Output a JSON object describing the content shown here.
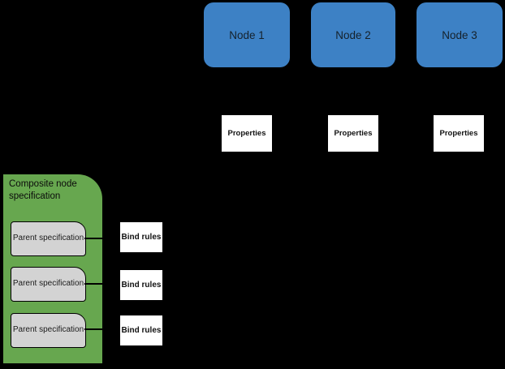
{
  "diagram": {
    "nodes": [
      {
        "label": "Node 1"
      },
      {
        "label": "Node 2"
      },
      {
        "label": "Node 3"
      }
    ],
    "node_properties": [
      {
        "label": "Properties"
      },
      {
        "label": "Properties"
      },
      {
        "label": "Properties"
      }
    ],
    "composite": {
      "title": "Composite node specification",
      "parent_specs": [
        {
          "label": "Parent specification"
        },
        {
          "label": "Parent specification"
        },
        {
          "label": "Parent specification"
        }
      ]
    },
    "bind_rules": [
      {
        "label": "Bind rules"
      },
      {
        "label": "Bind rules"
      },
      {
        "label": "Bind rules"
      }
    ],
    "colors": {
      "node_fill": "#3d81c5",
      "composite_fill": "#67a74f",
      "parent_fill": "#d3d3d3",
      "box_fill": "#ffffff",
      "background": "#000000",
      "connector": "#000000"
    }
  }
}
